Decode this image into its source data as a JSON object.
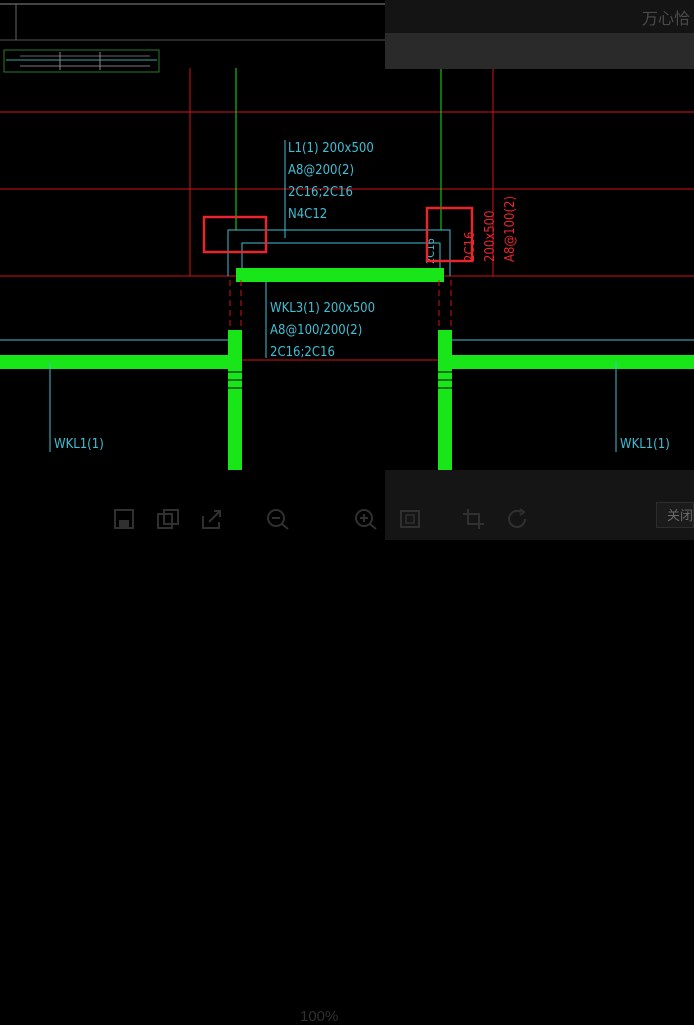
{
  "window": {
    "title": "万心恰"
  },
  "drawing": {
    "beam_l1": {
      "line1": "L1(1) 200x500",
      "line2": "A8@200(2)",
      "line3": "2C16;2C16",
      "line4": "N4C12"
    },
    "beam_wkl3": {
      "line1": "WKL3(1) 200x500",
      "line2": "A8@100/200(2)",
      "line3": "2C16;2C16"
    },
    "label_wkl1_left": "WKL1(1)",
    "label_wkl1_right": "WKL1(1)",
    "vertical_left_small": "2C16",
    "vertical_right_1": "2C16",
    "vertical_right_2": "200x500",
    "vertical_right_3": "A8@100(2)"
  },
  "toolbar": {
    "zoom": "100%",
    "close_label": "关闭"
  },
  "colors": {
    "background": "#000000",
    "beam_fill": "#19e619",
    "grid_red": "#d1121d",
    "cyan_text": "#3fbfd4",
    "highlight_box": "#e8242c"
  }
}
